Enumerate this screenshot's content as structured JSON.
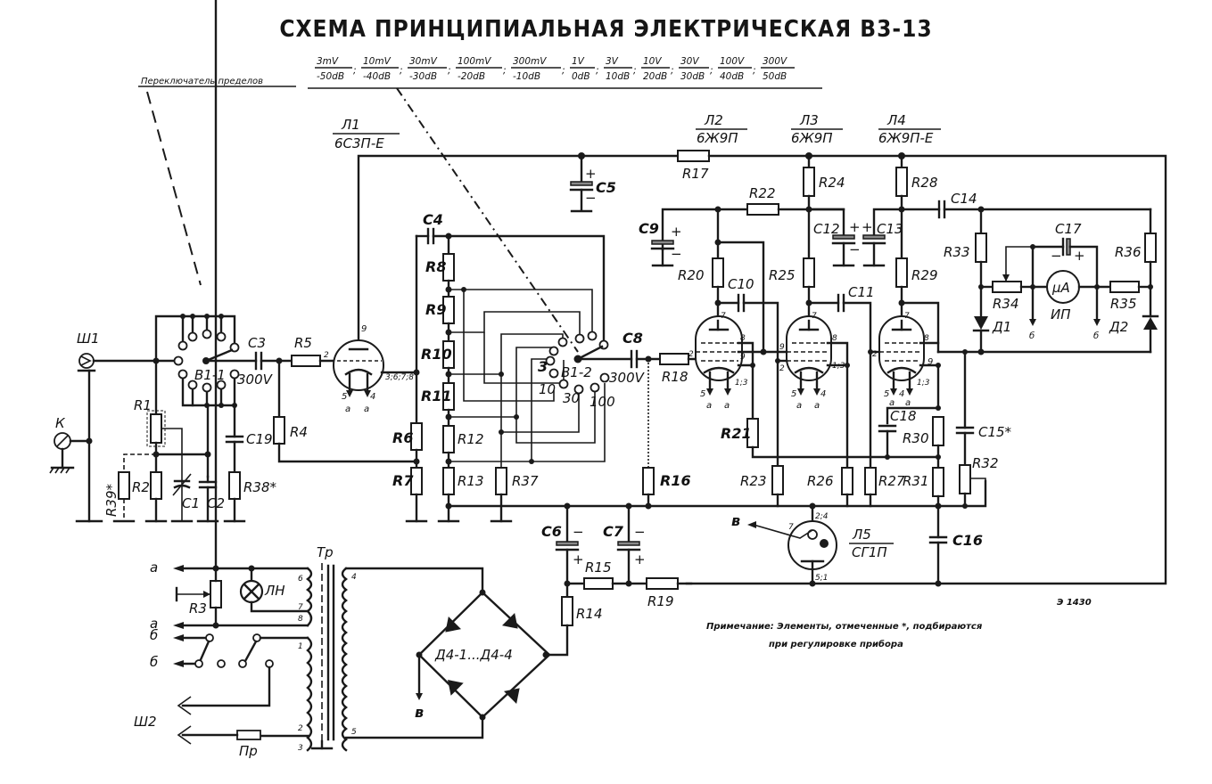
{
  "title": "СХЕМА ПРИНЦИПИАЛЬНАЯ ЭЛЕКТРИЧЕСКАЯ В3-13",
  "range_switch": {
    "label": "Переключатель пределов",
    "ranges": [
      {
        "v": "3mV",
        "db": "-50dB"
      },
      {
        "v": "10mV",
        "db": "-40dB"
      },
      {
        "v": "30mV",
        "db": "-30dB"
      },
      {
        "v": "100mV",
        "db": "-20dB"
      },
      {
        "v": "300mV",
        "db": "-10dB"
      },
      {
        "v": "1V",
        "db": "0dB"
      },
      {
        "v": "3V",
        "db": "10dB"
      },
      {
        "v": "10V",
        "db": "20dB"
      },
      {
        "v": "30V",
        "db": "30dB"
      },
      {
        "v": "100V",
        "db": "40dB"
      },
      {
        "v": "300V",
        "db": "50dB"
      }
    ]
  },
  "tubes": {
    "L1": {
      "ref": "Л1",
      "type": "6С3П-Е"
    },
    "L2": {
      "ref": "Л2",
      "type": "6Ж9П"
    },
    "L3": {
      "ref": "Л3",
      "type": "6Ж9П"
    },
    "L4": {
      "ref": "Л4",
      "type": "6Ж9П-Е"
    },
    "L5": {
      "ref": "Л5",
      "type": "СГ1П"
    }
  },
  "connectors": {
    "sh1": "Ш1",
    "sh2": "Ш2",
    "k": "К"
  },
  "switches": {
    "b1_1": "В1-1",
    "b1_2": "В1-2",
    "v300a": "300V",
    "v300b": "300V",
    "pos3": "3",
    "pos10": "10",
    "pos30": "30",
    "pos100": "100"
  },
  "resistors": {
    "R1": "R1",
    "R2": "R2",
    "R3": "R3",
    "R4": "R4",
    "R5": "R5",
    "R6": "R6",
    "R7": "R7",
    "R8": "R8",
    "R9": "R9",
    "R10": "R10",
    "R11": "R11",
    "R12": "R12",
    "R13": "R13",
    "R14": "R14",
    "R15": "R15",
    "R16": "R16",
    "R17": "R17",
    "R18": "R18",
    "R19": "R19",
    "R20": "R20",
    "R21": "R21",
    "R22": "R22",
    "R23": "R23",
    "R24": "R24",
    "R25": "R25",
    "R26": "R26",
    "R27": "R27",
    "R28": "R28",
    "R29": "R29",
    "R30": "R30",
    "R31": "R31",
    "R32": "R32",
    "R33": "R33",
    "R34": "R34",
    "R35": "R35",
    "R36": "R36",
    "R37": "R37",
    "R38": "R38*",
    "R39": "R39*"
  },
  "capacitors": {
    "C1": "C1",
    "C2": "C2",
    "C3": "C3",
    "C4": "C4",
    "C5": "C5",
    "C6": "C6",
    "C7": "C7",
    "C8": "C8",
    "C9": "C9",
    "C10": "C10",
    "C11": "C11",
    "C12": "C12",
    "C13": "C13",
    "C14": "C14",
    "C15": "C15*",
    "C16": "C16",
    "C17": "C17",
    "C18": "C18",
    "C19": "C19*"
  },
  "diodes": {
    "D1": "Д1",
    "D2": "Д2",
    "bridge": "Д4-1...Д4-4"
  },
  "meter": {
    "unit": "μA",
    "ref": "ИП"
  },
  "power": {
    "transformer": "Тр",
    "lamp": "ЛН",
    "fuse": "Пр"
  },
  "pins": {
    "l1_anode": "9",
    "l1_grid": "2",
    "l1_cathode": "3;6;7;8",
    "l1_h1": "5",
    "l1_h2": "4",
    "l2_anode": "7",
    "l2_grid": "2",
    "l2_p8": "8",
    "l2_p9": "9",
    "l2_p13": "1;3",
    "l2_h1": "5",
    "l2_h2": "4",
    "l3_anode": "7",
    "l3_p9": "9",
    "l3_p2": "2",
    "l3_p8": "8",
    "l3_p13": "1;3",
    "l3_h1": "5",
    "l3_h2": "4",
    "l4_anode": "7",
    "l4_grid": "2",
    "l4_p8": "8",
    "l4_p9": "9",
    "l4_p13": "1;3",
    "l4_h1": "5",
    "l4_h2": "4",
    "l5_p7": "7",
    "l5_p24": "2;4",
    "l5_p51": "5;1",
    "tr1": "1",
    "tr2": "2",
    "tr3": "3",
    "tr4": "4",
    "tr5": "5",
    "tr6": "6",
    "tr7": "7",
    "tr8": "8"
  },
  "nets": {
    "a": "а",
    "b": "б",
    "v": "в"
  },
  "polarity": {
    "plus": "+",
    "minus": "−"
  },
  "drawing_number": "Э 1430",
  "note": {
    "line1": "Примечание: Элементы, отмеченные *, подбираются",
    "line2": "при регулировке прибора"
  }
}
